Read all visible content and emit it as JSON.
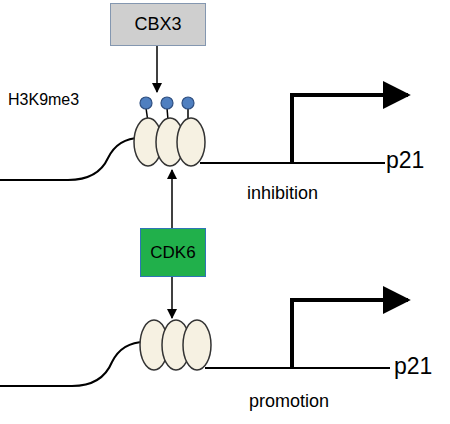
{
  "diagram": {
    "nodes": [
      {
        "text": [
          "CBX3"
        ]
      },
      {
        "text": [
          "CDK6"
        ]
      }
    ],
    "labels": [
      "H3K9me3",
      "p21",
      "inhibition",
      "p21",
      "promotion"
    ]
  }
}
